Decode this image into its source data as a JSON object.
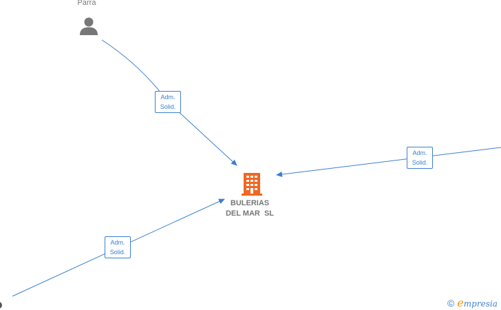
{
  "person": {
    "name": "Parra",
    "icon": "person-icon"
  },
  "company": {
    "name_line1": "BULERIAS",
    "name_line2": "DEL MAR  SL",
    "icon": "building-icon",
    "color": "#f26522"
  },
  "relations": [
    {
      "line1": "Adm.",
      "line2": "Solid."
    },
    {
      "line1": "Adm.",
      "line2": "Solid."
    },
    {
      "line1": "Adm.",
      "line2": "Solid."
    }
  ],
  "brand": {
    "copyright": "©",
    "initial": "e",
    "rest": "mpresia"
  },
  "colors": {
    "edge": "#3a7fd0",
    "text_gray": "#777777",
    "brand_orange": "#f29400"
  }
}
